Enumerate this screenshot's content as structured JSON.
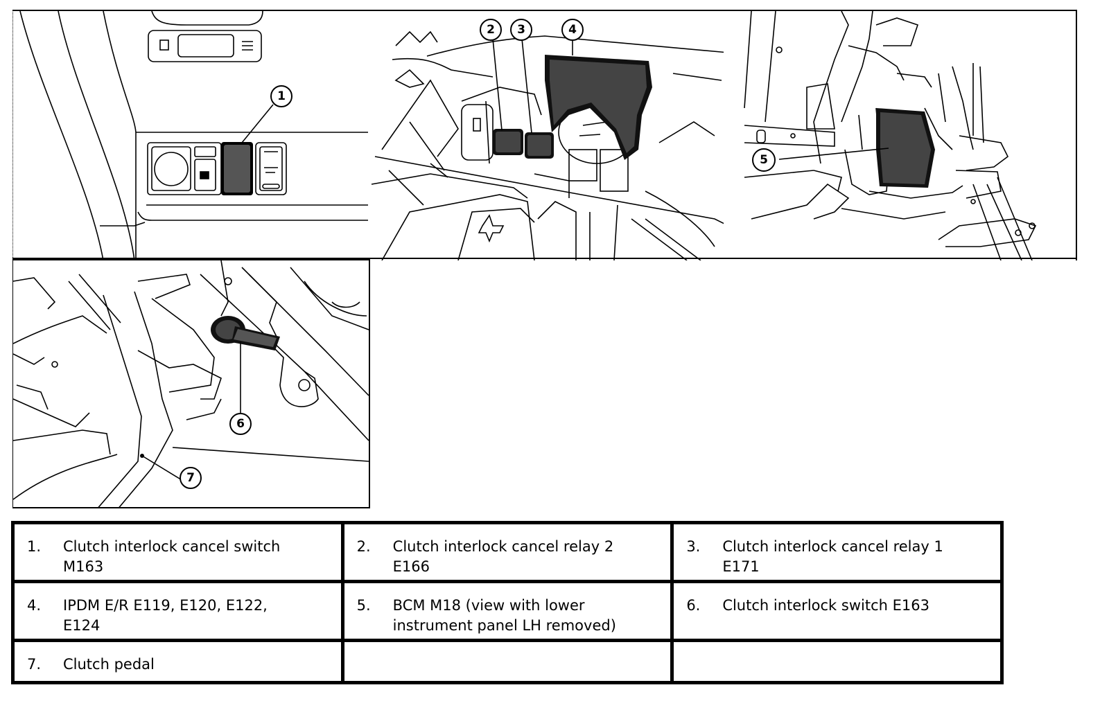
{
  "figure": {
    "panels": [
      {
        "id": "panel-1",
        "subject": "instrument panel switch cluster",
        "callouts": [
          "1"
        ]
      },
      {
        "id": "panel-2",
        "subject": "engine room relay and IPDM area",
        "callouts": [
          "2",
          "3",
          "4"
        ]
      },
      {
        "id": "panel-3",
        "subject": "BCM behind lower instrument panel",
        "callouts": [
          "5"
        ]
      },
      {
        "id": "panel-4",
        "subject": "clutch pedal assembly",
        "callouts": [
          "6",
          "7"
        ]
      }
    ],
    "callout_labels": {
      "c1": "1",
      "c2": "2",
      "c3": "3",
      "c4": "4",
      "c5": "5",
      "c6": "6",
      "c7": "7"
    }
  },
  "legend": {
    "rows": [
      [
        {
          "num": "1.",
          "text": "Clutch interlock cancel switch\nM163"
        },
        {
          "num": "2.",
          "text": "Clutch interlock cancel relay 2\nE166"
        },
        {
          "num": "3.",
          "text": "Clutch interlock cancel relay 1\nE171"
        }
      ],
      [
        {
          "num": "4.",
          "text": "IPDM E/R E119, E120, E122,\nE124"
        },
        {
          "num": "5.",
          "text": "BCM M18 (view with lower\ninstrument panel LH removed)"
        },
        {
          "num": "6.",
          "text": "Clutch interlock switch E163"
        }
      ],
      [
        {
          "num": "7.",
          "text": "Clutch pedal"
        },
        {
          "num": "",
          "text": ""
        },
        {
          "num": "",
          "text": ""
        }
      ]
    ]
  }
}
